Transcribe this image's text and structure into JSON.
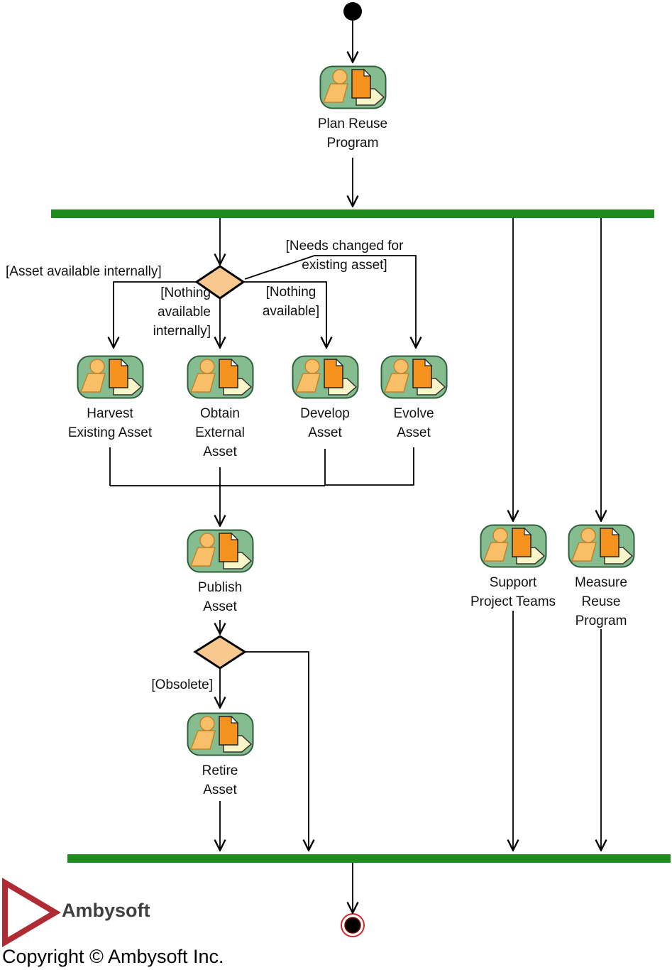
{
  "activities": [
    {
      "id": "plan",
      "label": "Plan Reuse\nProgram"
    },
    {
      "id": "harvest",
      "label": "Harvest\nExisting Asset"
    },
    {
      "id": "obtain",
      "label": "Obtain\nExternal\nAsset"
    },
    {
      "id": "develop",
      "label": "Develop\nAsset"
    },
    {
      "id": "evolve",
      "label": "Evolve\nAsset"
    },
    {
      "id": "publish",
      "label": "Publish\nAsset"
    },
    {
      "id": "retire",
      "label": "Retire\nAsset"
    },
    {
      "id": "support",
      "label": "Support\nProject Teams"
    },
    {
      "id": "measure",
      "label": "Measure\nReuse\nProgram"
    }
  ],
  "guards": {
    "asset_available_internally": "[Asset available internally]",
    "nothing_available_internally": "[Nothing\navailable\ninternally]",
    "nothing_available": "[Nothing\navailable]",
    "needs_changed": "[Needs changed for\nexisting asset]",
    "obsolete": "[Obsolete]"
  },
  "footer": {
    "logo_text": "Ambysoft",
    "copyright": "Copyright © Ambysoft Inc."
  },
  "colors": {
    "activity_fill": "#85bd91",
    "activity_border": "#2f5f38",
    "bar_green": "#1e8b1e",
    "decision_fill": "#f9c88f",
    "end_ring": "#d42a2a",
    "logo_red": "#b02c35",
    "icon_orange_light": "#f9be68",
    "icon_orange_dark": "#f5921e",
    "icon_cream": "#f8f6c8"
  }
}
